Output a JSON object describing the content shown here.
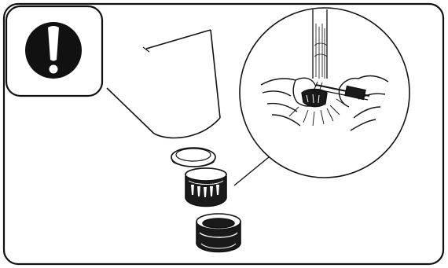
{
  "figure": {
    "kind": "maintenance-illustration",
    "warning_icon": "exclamation-icon",
    "parts": [
      "faucet-spout",
      "aerator-washer",
      "aerator-insert",
      "aerator-housing"
    ],
    "detail_view": "cleaning-aerator-under-running-water",
    "colors": {
      "line": "#111111",
      "background": "#ffffff",
      "icon_fill": "#111111",
      "icon_glyph": "#ffffff"
    }
  }
}
